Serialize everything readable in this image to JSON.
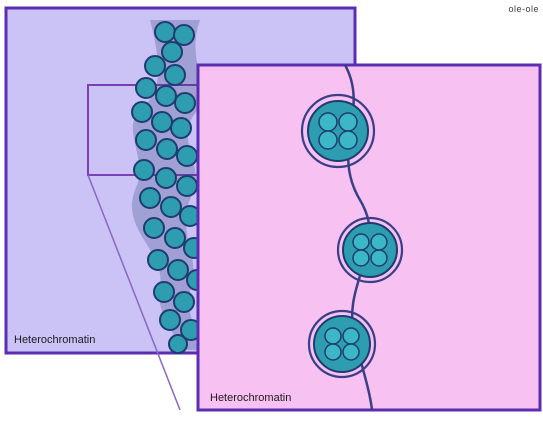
{
  "corner_label": "ole-ole",
  "left_panel_label": "Heterochromatin",
  "right_panel_label": "Heterochromatin",
  "colors": {
    "left_panel_bg": "#cbc2f6",
    "right_panel_bg": "#f7c1f2",
    "border": "#5b2db3",
    "nucleosome_fill": "#2f9db0",
    "nucleosome_outline": "#1f3c72",
    "fiber": "#3a3f86"
  },
  "icons": [
    "nucleosome-cluster-icon",
    "chromatin-fiber-icon"
  ]
}
